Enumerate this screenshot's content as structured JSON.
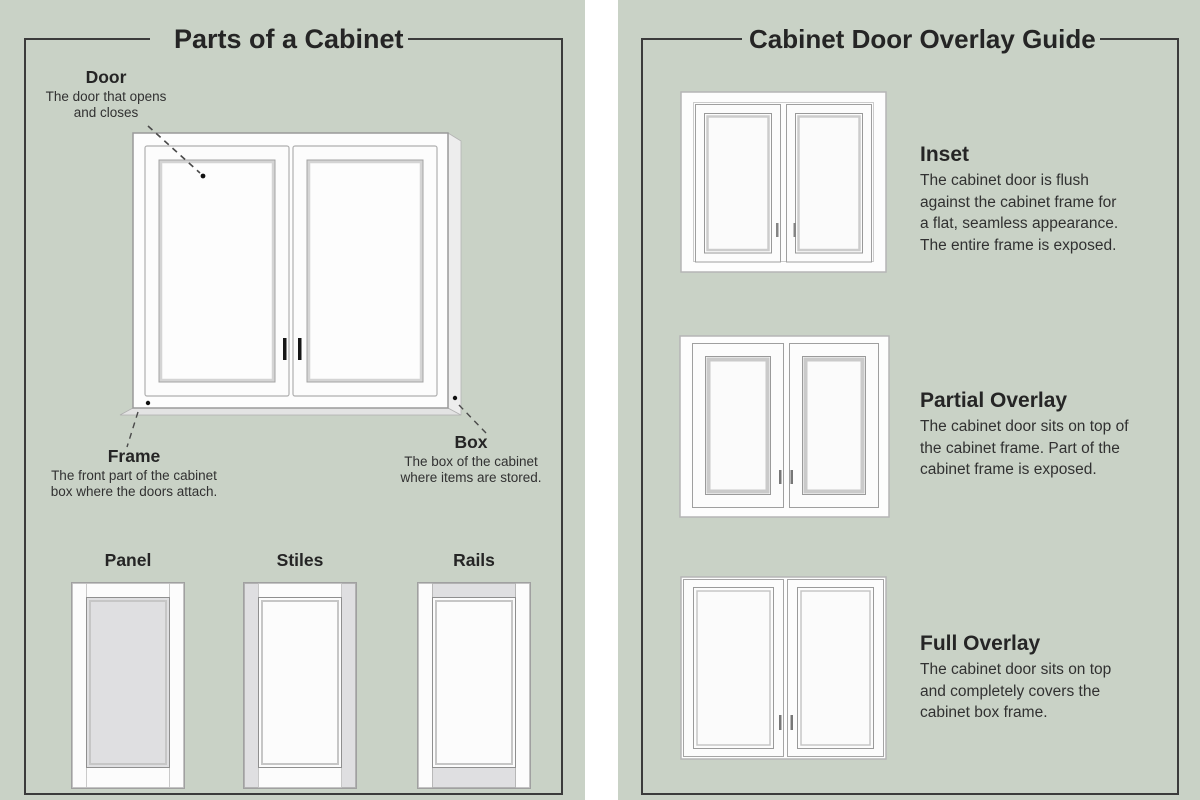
{
  "colors": {
    "background": "#c9d2c6",
    "panel_border": "#3b3b3b",
    "heading_text": "#252525",
    "body_text": "#313131",
    "highlight_gray": "#dfdfe1"
  },
  "left_panel": {
    "title": "Parts of a Cabinet",
    "callouts": {
      "door": {
        "label": "Door",
        "desc": "The door that opens\nand closes"
      },
      "frame": {
        "label": "Frame",
        "desc": "The front part of the cabinet\nbox where the doors attach."
      },
      "box": {
        "label": "Box",
        "desc": "The box of the cabinet\nwhere items are stored."
      }
    },
    "parts": [
      {
        "label": "Panel"
      },
      {
        "label": "Stiles"
      },
      {
        "label": "Rails"
      }
    ]
  },
  "right_panel": {
    "title": "Cabinet Door Overlay Guide",
    "sections": [
      {
        "heading": "Inset",
        "body": "The cabinet door is flush\nagainst the cabinet frame for\na flat, seamless appearance.\nThe entire frame is exposed."
      },
      {
        "heading": "Partial Overlay",
        "body": "The cabinet door sits on top of\nthe cabinet frame. Part of the\ncabinet frame is exposed."
      },
      {
        "heading": "Full Overlay",
        "body": "The cabinet door sits on top\nand completely covers the\ncabinet box frame."
      }
    ]
  }
}
